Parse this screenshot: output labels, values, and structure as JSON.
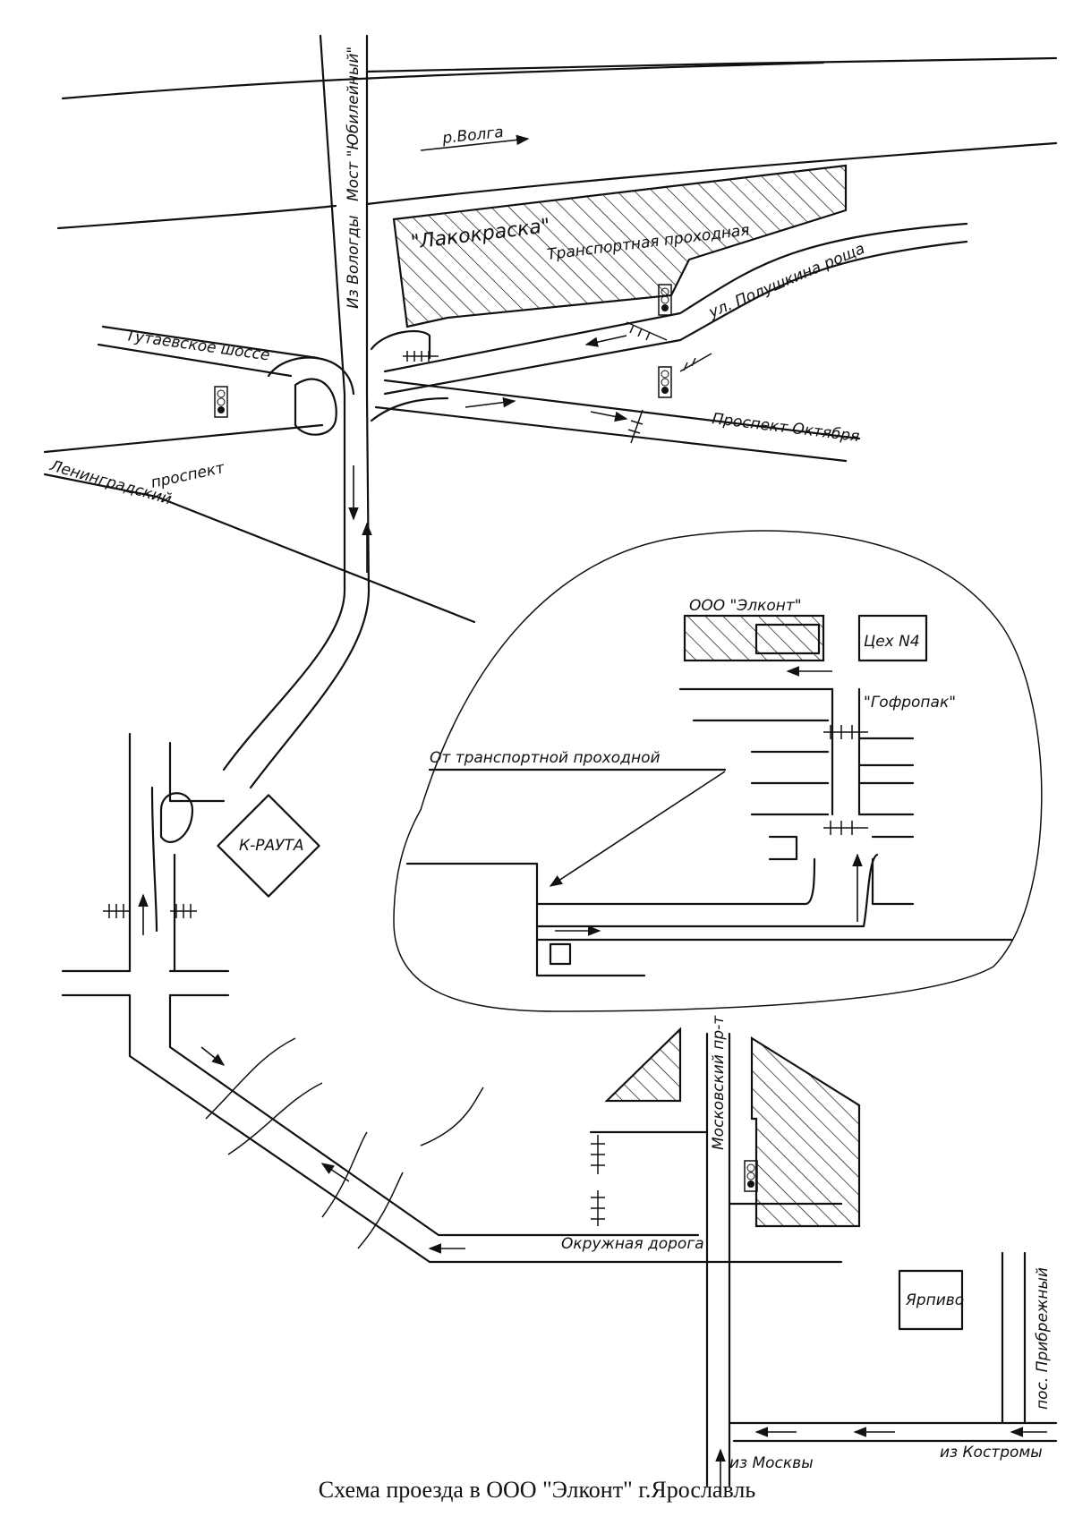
{
  "labels": {
    "volga": "р.Волга",
    "bridge": "Мост \"Юбилейный\"",
    "from_vologda": "Из Вологды",
    "lakokraska": "\"Лакокраска\"",
    "transport_gate": "Транспортная проходная",
    "polushkina": "ул. Полушкина роща",
    "tutaevskoe": "Тутаевское шоссе",
    "leningradsky": "Ленинградский",
    "prospekt": "проспект",
    "oktyabrya": "Проспект Октября",
    "k_rauta": "К-РАУТА",
    "elkont": "ООО \"Элконт\"",
    "tseh": "Цех N4",
    "gofropak": "\"Гофропак\"",
    "from_gate": "От транспортной проходной",
    "moskovsky": "Московский пр-т",
    "okruzhnaya": "Окружная дорога",
    "pos_pribrezhny": "пос. Прибрежный",
    "yarpivo": "Ярпиво",
    "from_moscow": "из Москвы",
    "from_kostroma": "из Костромы"
  },
  "caption": "Схема проезда в ООО \"Элконт\" г.Ярославль",
  "icons": [
    "traffic-light-icon",
    "rail-crossing-icon",
    "direction-arrow-icon"
  ]
}
